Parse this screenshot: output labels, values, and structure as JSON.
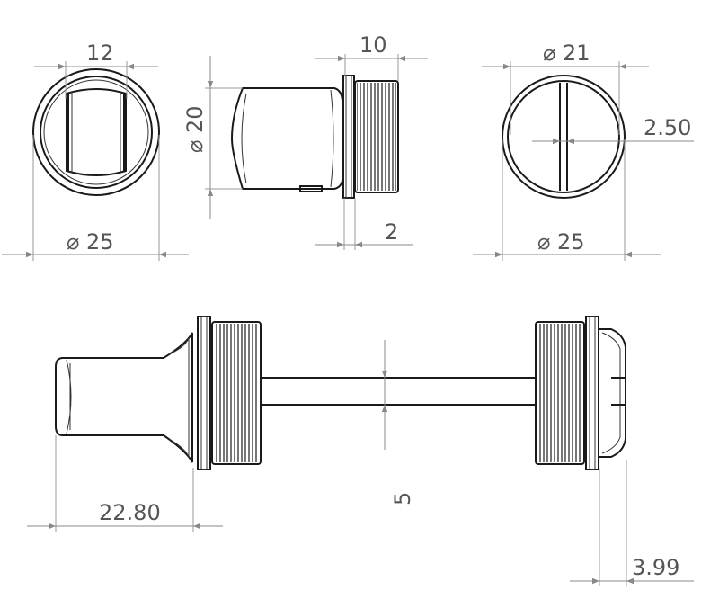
{
  "dimensions": {
    "front_width": "12",
    "front_diameter": "25",
    "side_length": "10",
    "side_diameter": "20",
    "side_flange": "2",
    "back_slot_diameter": "21",
    "back_slot_width": "2.50",
    "back_diameter": "25",
    "bottom_left_length": "22.80",
    "shaft_diameter": "5",
    "bottom_right_length": "3.99"
  },
  "symbols": {
    "diameter": "⌀"
  },
  "colors": {
    "object_line": "#1a1a1a",
    "dimension_line": "#888888",
    "text": "#555555"
  }
}
